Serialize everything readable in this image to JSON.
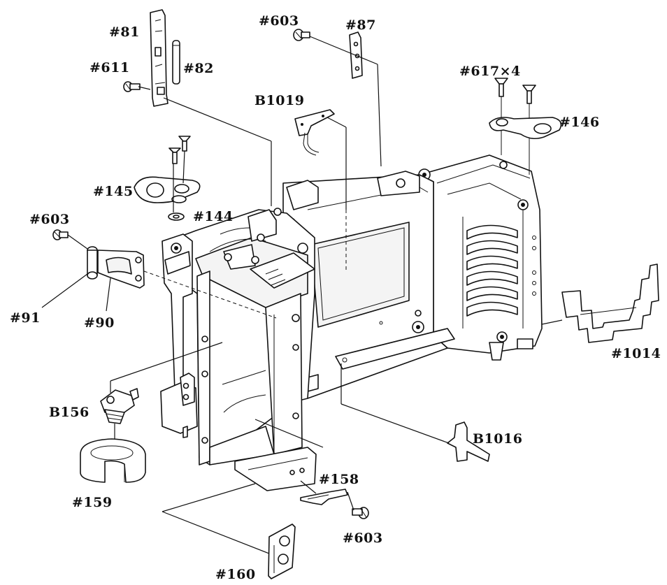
{
  "labels": {
    "p81": "#81",
    "p82": "#82",
    "p611": "#611",
    "p603_top": "#603",
    "p87": "#87",
    "p617": "#617×4",
    "p146": "#146",
    "b1019": "B1019",
    "p145": "#145",
    "p144": "#144",
    "p603_left": "#603",
    "p91": "#91",
    "p90": "#90",
    "p1014": "#1014",
    "b156": "B156",
    "b1016": "B1016",
    "p158": "#158",
    "p159": "#159",
    "p603_bottom": "#603",
    "p160": "#160"
  }
}
